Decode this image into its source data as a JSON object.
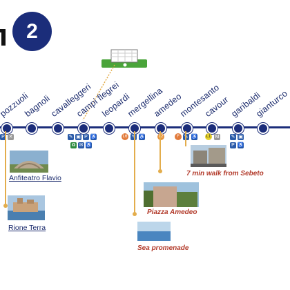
{
  "header": {
    "line_number": "2"
  },
  "map": {
    "stations": [
      {
        "name": "pozzuoli"
      },
      {
        "name": "bagnoli"
      },
      {
        "name": "cavalleggeri"
      },
      {
        "name": "campi flegrei"
      },
      {
        "name": "leopardi"
      },
      {
        "name": "mergellina"
      },
      {
        "name": "amedeo"
      },
      {
        "name": "montesanto"
      },
      {
        "name": "cavour"
      },
      {
        "name": "garibaldi"
      },
      {
        "name": "gianturco"
      }
    ],
    "icons": {
      "pozzuoli": [
        "P",
        "✕"
      ],
      "campi_flegrei_top": [
        "✎",
        "▣",
        "P",
        "♿"
      ],
      "campi_flegrei_bottom": [
        "♻",
        "✉",
        "♿"
      ],
      "mergellina": [
        "L6",
        "✎",
        "♿"
      ],
      "amedeo": [
        "L2"
      ],
      "montesanto": [
        "F",
        "✎",
        "♿"
      ],
      "cavour": [
        "L1",
        "M"
      ],
      "garibaldi_top": [
        "✎",
        "▣"
      ],
      "garibaldi_bottom": [
        "P",
        "♿"
      ]
    },
    "pointers": {
      "stadium": "football-pitch",
      "anfiteatro": "Anfiteatro Flavio",
      "rione": "Rione Terra",
      "sebeto": "7 min walk from Sebeto",
      "piazza": "Piazza Amedeo",
      "sea": "Sea promenade"
    }
  }
}
